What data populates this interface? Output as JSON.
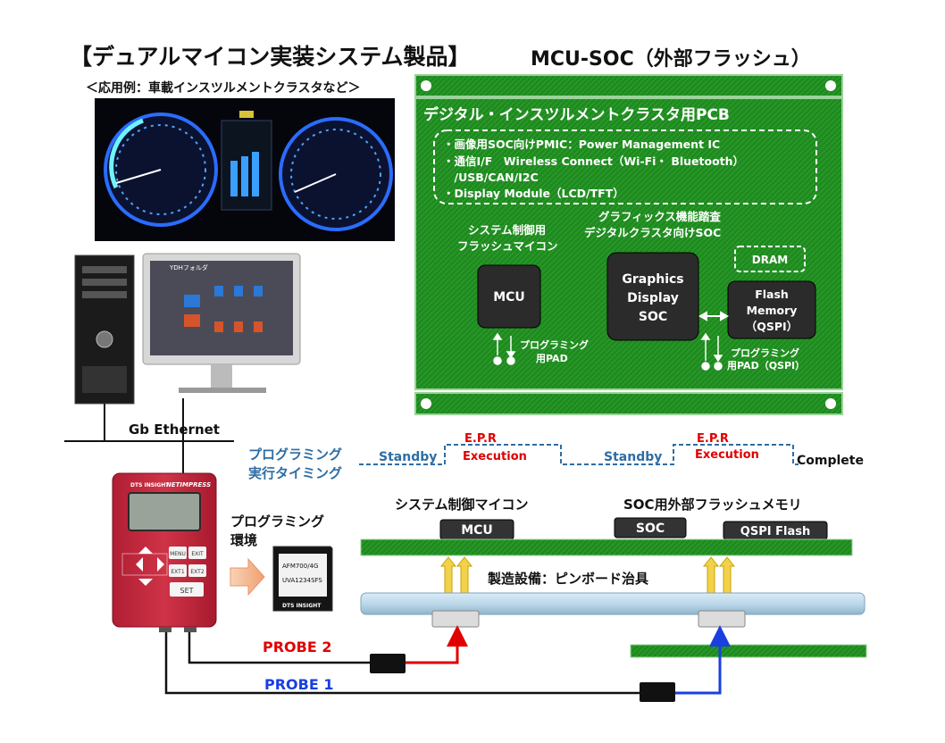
{
  "header": {
    "title": "【デュアルマイコン実装システム製品】",
    "subtitle": "MCU-SOC（外部フラッシュ）",
    "example": "＜応用例：車載インスツルメントクラスタなど＞"
  },
  "pcb": {
    "title": "デジタル・インスツルメントクラスタ用PCB",
    "features": [
      "・画像用SOC向けPMIC：Power Management IC",
      "・通信I/F　Wireless Connect（Wi-Fi・ Bluetooth）",
      "　/USB/CAN/I2C",
      "・Display Module（LCD/TFT）"
    ],
    "mcu_caption_1": "システム制御用",
    "mcu_caption_2": "フラッシュマイコン",
    "soc_caption_1": "グラフィックス機能踏査",
    "soc_caption_2": "デジタルクラスタ向けSOC",
    "mcu_chip": "MCU",
    "soc_chip_1": "Graphics",
    "soc_chip_2": "Display",
    "soc_chip_3": "SOC",
    "dram": "DRAM",
    "flash_chip_1": "Flash",
    "flash_chip_2": "Memory",
    "flash_chip_3": "（QSPI）",
    "mcu_pad_1": "プログラミング",
    "mcu_pad_2": "用PAD",
    "qspi_pad_1": "プログラミング",
    "qspi_pad_2": "用PAD（QSPI）"
  },
  "network": {
    "label": "Gb Ethernet"
  },
  "timing": {
    "label_1": "プログラミング",
    "label_2": "実行タイミング",
    "standby_1": "Standby",
    "epr_1": "E.P.R",
    "execution_1": "Execution",
    "standby_2": "Standby",
    "epr_2": "E.P.R",
    "execution_2": "Execution",
    "complete": "Complete"
  },
  "programmer": {
    "brand": "NETIMPRESS",
    "maker": "DTS INSIGHT",
    "keys": [
      "MENU",
      "EXIT",
      "EXT1",
      "EXT2",
      "SET"
    ]
  },
  "env": {
    "label_1": "プログラミング",
    "label_2": "環境"
  },
  "sdcard": {
    "line1": "AFM700/4G",
    "line2": "UVA1234SFS",
    "maker": "DTS INSIGHT"
  },
  "monitor": {
    "folder_title": "YDHフォルダ"
  },
  "fixture": {
    "mcu_title": "システム制御マイコン",
    "flash_title": "SOC用外部フラッシュメモリ",
    "mcu_chip": "MCU",
    "soc_chip": "SOC",
    "qspi_chip": "QSPI Flash",
    "pinboard": "製造設備：ピンボード治具"
  },
  "probes": {
    "probe1": "PROBE 1",
    "probe2": "PROBE 2"
  },
  "colors": {
    "pcb_green": "#1f8a1f",
    "probe2_red": "#e00000",
    "probe1_blue": "#1a3fe0",
    "timing_blue": "#2e6da4",
    "programmer_red": "#c2273a"
  }
}
